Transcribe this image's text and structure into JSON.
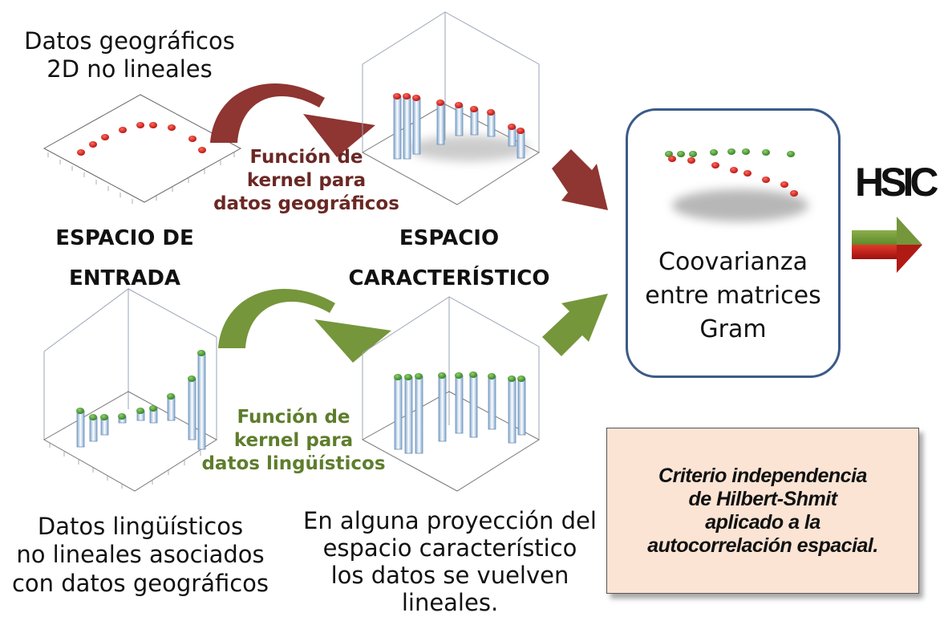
{
  "labels": {
    "geo_data_title": [
      "Datos geográficos",
      "2D no lineales"
    ],
    "input_space": [
      "ESPACIO DE",
      "ENTRADA"
    ],
    "feature_space": [
      "ESPACIO",
      "CARACTERÍSTICO"
    ],
    "kernel_geo": [
      "Función de",
      "kernel para",
      "datos geográficos"
    ],
    "kernel_ling": [
      "Función de",
      "kernel para",
      "datos lingüísticos"
    ],
    "ling_data_title": [
      "Datos lingüísticos",
      "no lineales asociados",
      "con datos geográficos"
    ],
    "projection_note": [
      "En alguna proyección del",
      "espacio  característico",
      "los datos se vuelven",
      "lineales."
    ],
    "gram_box": [
      "Coovarianza",
      "entre matrices",
      "Gram"
    ],
    "hsic": "HSIC",
    "hsic_criterion": [
      "Criterio independencia",
      "de Hilbert-Shmit",
      "aplicado a la",
      "autocorrelación  espacial."
    ]
  },
  "colors": {
    "geo_arrow": "#8f3532",
    "ling_arrow": "#75963b",
    "red_point": "#cc1515",
    "green_point": "#3f8a2c",
    "gram_border": "#3c5a88",
    "hsic_fill": "#fbe4d4"
  }
}
